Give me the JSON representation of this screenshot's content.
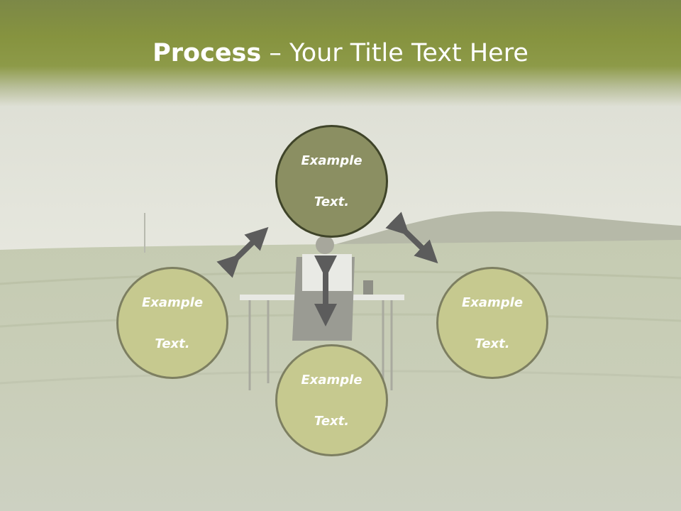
{
  "slide": {
    "title_bold": "Process",
    "title_rest": " – Your Title Text Here"
  },
  "nodes": {
    "top": {
      "line1": "Example",
      "line2": "Text."
    },
    "left": {
      "line1": "Example",
      "line2": "Text."
    },
    "right": {
      "line1": "Example",
      "line2": "Text."
    },
    "bottom": {
      "line1": "Example",
      "line2": "Text."
    }
  },
  "colors": {
    "header": "#86933f",
    "top_node_fill": "#8b8f62",
    "node_fill": "#c6c98f",
    "node_border": "#7d7f61",
    "arrow": "#5c5c5c"
  }
}
